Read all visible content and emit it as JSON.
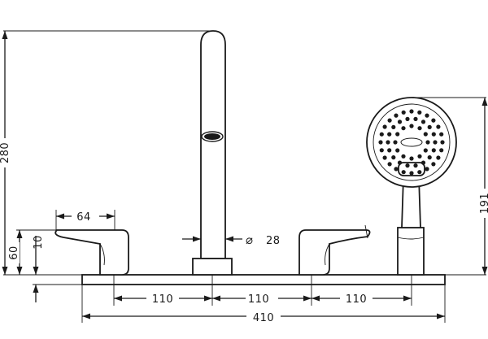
{
  "dimensions": {
    "overall_height": "280",
    "handshower_height": "191",
    "lever_height": "60",
    "deck_thickness": "10",
    "lever_width": "64",
    "spout_diameter_symbol": "⌀",
    "spout_diameter": "28",
    "spacing_1": "110",
    "spacing_2": "110",
    "spacing_3": "110",
    "overall_width": "410"
  }
}
